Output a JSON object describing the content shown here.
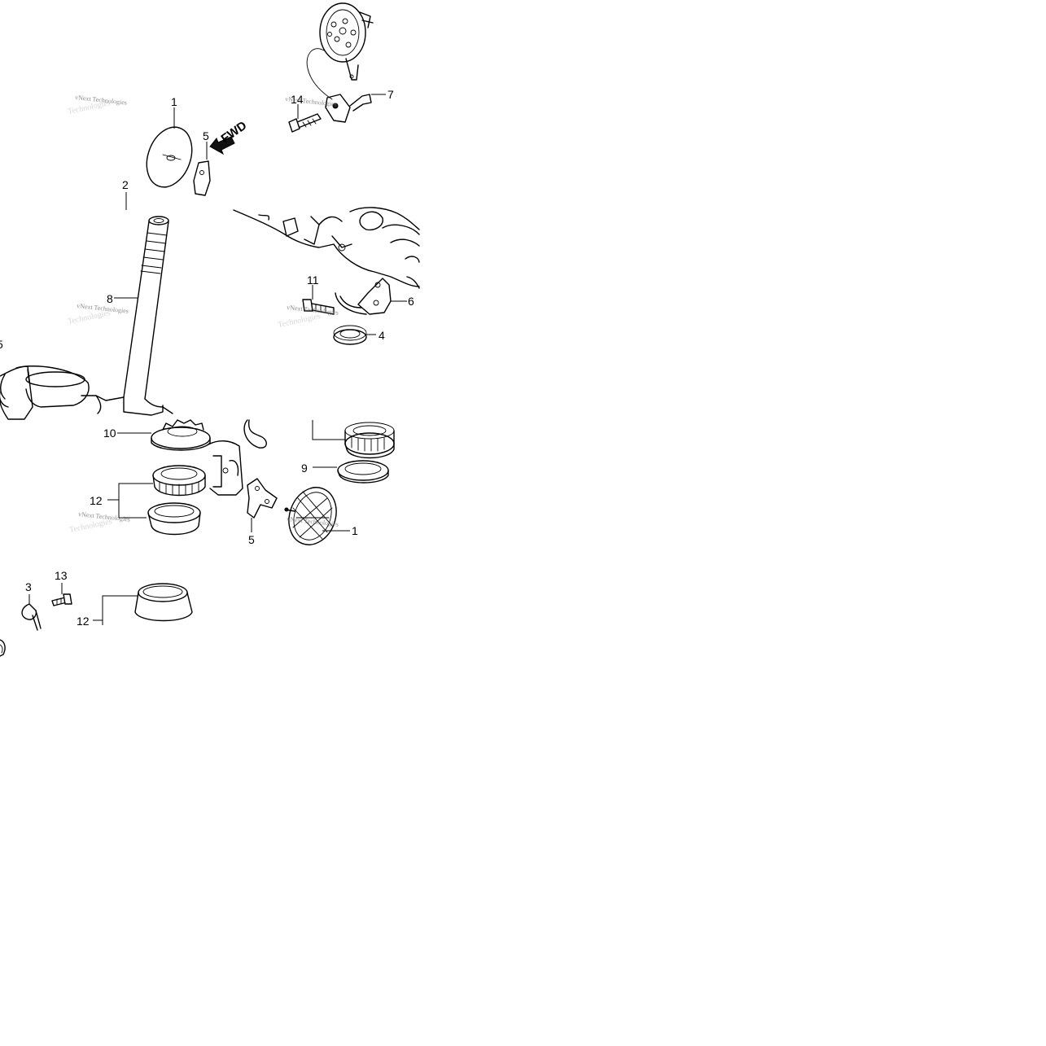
{
  "diagram": {
    "direction_label": "FWD",
    "watermark": "vNext Technologies",
    "watermark_ghost": "Technologies",
    "callouts": {
      "c1_top": "1",
      "c2": "2",
      "c5_top": "5",
      "c7": "7",
      "c14": "14",
      "c8": "8",
      "c11": "11",
      "c6": "6",
      "c4": "4",
      "c15": "5",
      "c10": "10",
      "c9": "9",
      "c12_mid": "12",
      "c5_bottom": "5",
      "c1_bottom": "1",
      "c3": "3",
      "c13": "13",
      "c12_bottom": "12"
    }
  }
}
